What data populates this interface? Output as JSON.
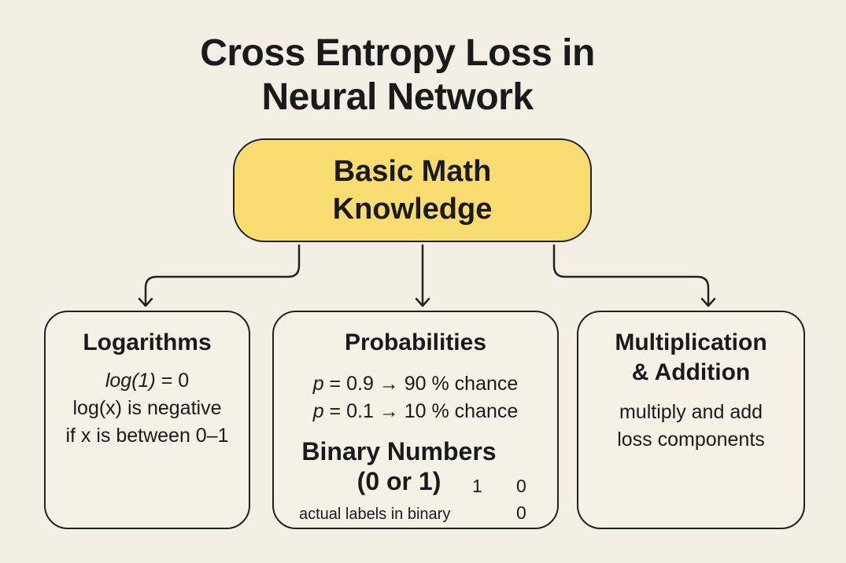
{
  "title": {
    "line1": "Cross Entropy Loss in",
    "line2": "Neural Network"
  },
  "root": {
    "line1": "Basic Math",
    "line2": "Knowledge"
  },
  "logarithms": {
    "heading": "Logarithms",
    "line1_func": "log(1)",
    "line1_rest": " = 0",
    "line2": "log(x) is negative",
    "line3": "if x is between 0–1"
  },
  "probabilities": {
    "heading": "Probabilities",
    "line1_var": "p",
    "line1_rest": " = 0.9 → 90 % chance",
    "line2_var": "p",
    "line2_rest": " = 0.1 → 10 % chance",
    "binary_heading_1": "Binary Numbers",
    "binary_heading_2": "(0 or 1)",
    "digit_1": "1",
    "digit_2": "0",
    "digit_3": "0",
    "caption": "actual labels in binary"
  },
  "multiplication": {
    "heading_1": "Multiplication",
    "heading_2": "& Addition",
    "line1": "multiply and add",
    "line2": "loss components"
  },
  "colors": {
    "background": "#f4efe4",
    "root_fill": "#f8dc70",
    "stroke": "#222222"
  }
}
